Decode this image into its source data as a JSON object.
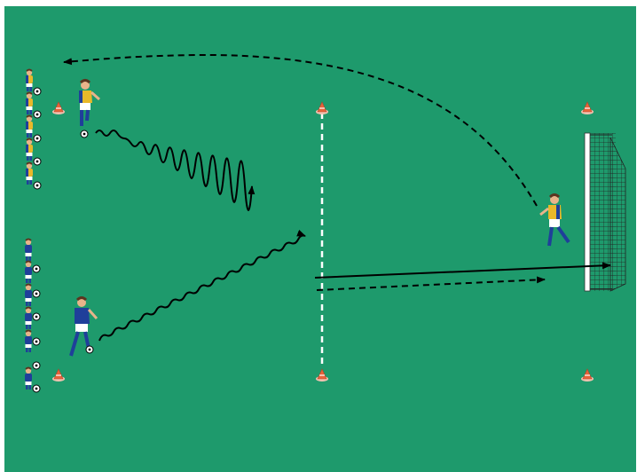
{
  "pitch": {
    "grass_color": "#1e9a6c",
    "line_color": "#ffffff"
  },
  "colors": {
    "team_yellow": "#e8b82a",
    "team_blue": "#1f3f9a",
    "skin": "#e8b48a",
    "hair": "#5a3520",
    "cone_orange": "#e8643a",
    "arrow": "#000000"
  },
  "icons": {
    "cone": "training-cone-icon",
    "ball": "soccer-ball-icon",
    "goal": "soccer-goal-icon",
    "player": "player-figure-icon"
  },
  "elements": {
    "cone_count": 6,
    "waiting_players_yellow": 5,
    "waiting_players_blue": 6
  }
}
